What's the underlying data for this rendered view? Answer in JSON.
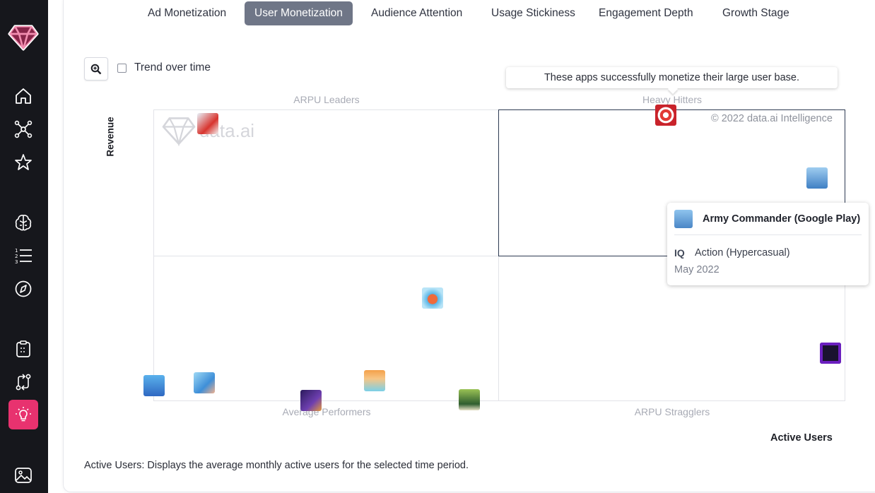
{
  "tabs": [
    {
      "label": "Ad Monetization",
      "active": false
    },
    {
      "label": "User Monetization",
      "active": true
    },
    {
      "label": "Audience Attention",
      "active": false
    },
    {
      "label": "Usage Stickiness",
      "active": false
    },
    {
      "label": "Engagement Depth",
      "active": false
    },
    {
      "label": "Growth Stage",
      "active": false
    }
  ],
  "controls": {
    "zoom_icon": "zoom-in-icon",
    "trend_label": "Trend over time",
    "trend_checked": false
  },
  "callout": "These apps successfully monetize their large user base.",
  "chart": {
    "y_label": "Revenue",
    "x_label": "Active Users",
    "quadrants": {
      "top_left": "ARPU Leaders",
      "top_right": "Heavy Hitters",
      "bottom_left": "Average Performers",
      "bottom_right": "ARPU Stragglers"
    },
    "watermark": "data.ai",
    "copyright": "© 2022 data.ai Intelligence"
  },
  "tooltip": {
    "title": "Army Commander (Google Play)",
    "iq_label": "IQ",
    "category": "Action (Hypercasual)",
    "date": "May 2022"
  },
  "footnote": "Active Users: Displays the average monthly active users for the selected time period.",
  "colors": {
    "sidebar_bg": "#16171c",
    "active_nav": "#e8326f",
    "active_tab": "#6f7687",
    "highlight_border": "#2d3a52"
  },
  "sidebar": {
    "icons": [
      "home-icon",
      "network-icon",
      "star-icon",
      "brain-icon",
      "ranked-list-icon",
      "compass-icon",
      "clipboard-icon",
      "compare-icon",
      "lightbulb-icon",
      "image-icon"
    ],
    "active": "lightbulb-icon"
  }
}
